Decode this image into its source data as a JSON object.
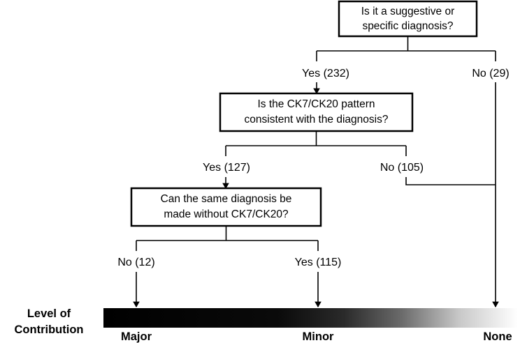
{
  "figure": {
    "type": "decision-tree-flowchart",
    "title_text": null
  },
  "nodes": [
    {
      "id": "q1",
      "line1": "Is it a suggestive or",
      "line2": "specific diagnosis?"
    },
    {
      "id": "q2",
      "line1": "Is the CK7/CK20 pattern",
      "line2": "consistent with the diagnosis?"
    },
    {
      "id": "q3",
      "line1": "Can the same diagnosis be",
      "line2": "made without CK7/CK20?"
    }
  ],
  "edge_labels": {
    "q1_yes": "Yes (232)",
    "q1_no": "No (29)",
    "q2_yes": "Yes (127)",
    "q2_no": "No (105)",
    "q3_no": "No (12)",
    "q3_yes": "Yes (115)"
  },
  "scale": {
    "caption_line1": "Level of",
    "caption_line2": "Contribution",
    "ticks": [
      "Major",
      "Minor",
      "None"
    ],
    "gradient_start_color": "#000000",
    "gradient_end_color": "#ffffff"
  },
  "colors": {
    "stroke": "#000000",
    "box_fill": "#ffffff",
    "page_background": "#ffffff"
  },
  "chart_data": {
    "type": "table",
    "title": "CK7/CK20 immunostain contribution decision tree",
    "categories": [
      "Yes (232)",
      "No (29)",
      "Yes (127)",
      "No (105)",
      "No (12)",
      "Yes (115)"
    ],
    "values": [
      232,
      29,
      127,
      105,
      12,
      115
    ],
    "xlabel": "Level of Contribution",
    "ylabel": "",
    "annotations": [
      "Major",
      "Minor",
      "None"
    ]
  }
}
